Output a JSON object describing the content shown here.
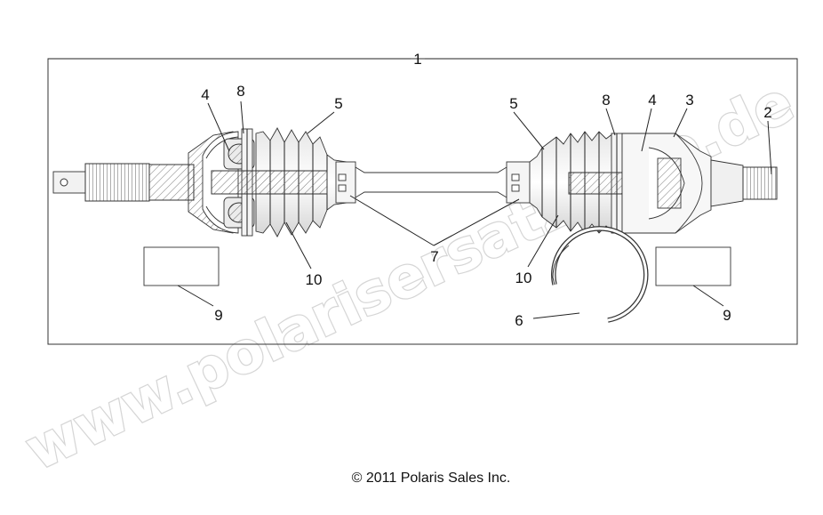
{
  "diagram": {
    "callouts": [
      {
        "id": "c1",
        "text": "1"
      },
      {
        "id": "c4a",
        "text": "4"
      },
      {
        "id": "c8a",
        "text": "8"
      },
      {
        "id": "c5a",
        "text": "5"
      },
      {
        "id": "c5b",
        "text": "5"
      },
      {
        "id": "c8b",
        "text": "8"
      },
      {
        "id": "c4b",
        "text": "4"
      },
      {
        "id": "c3",
        "text": "3"
      },
      {
        "id": "c2",
        "text": "2"
      },
      {
        "id": "c10a",
        "text": "10"
      },
      {
        "id": "c7",
        "text": "7"
      },
      {
        "id": "c10b",
        "text": "10"
      },
      {
        "id": "c9a",
        "text": "9"
      },
      {
        "id": "c6",
        "text": "6"
      },
      {
        "id": "c9b",
        "text": "9"
      }
    ],
    "copyright": "© 2011 Polaris Sales Inc.",
    "watermark": "www.polarisersatzteile.de"
  }
}
